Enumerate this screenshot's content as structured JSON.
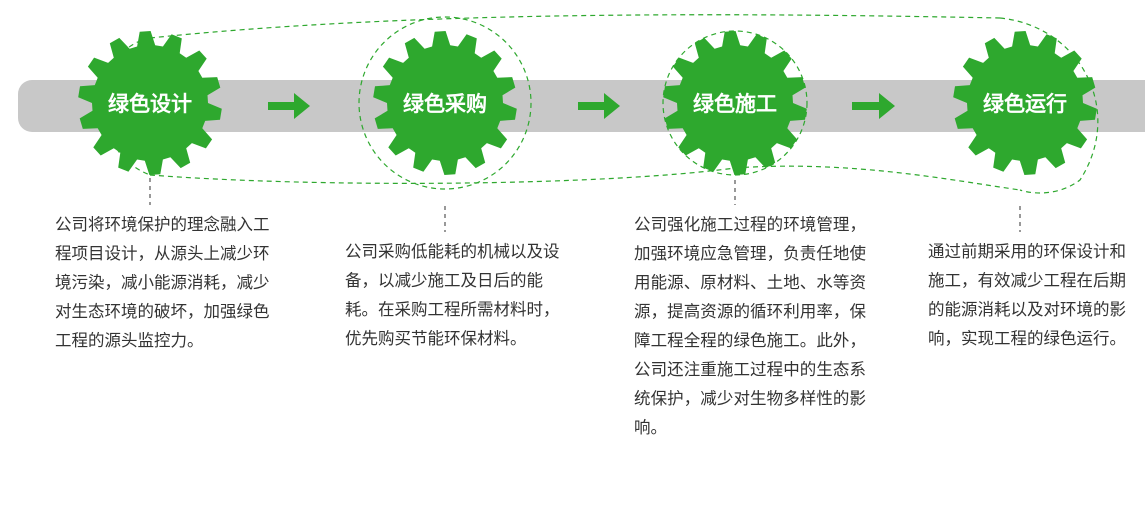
{
  "colors": {
    "gear": "#2ea82e",
    "arrow": "#2ea82e",
    "band": "#c8c8c8",
    "dashed_line": "#2ea82e",
    "text": "#333333"
  },
  "steps": [
    {
      "label": "绿色设计",
      "description": "公司将环境保护的理念融入工程项目设计，从源头上减少环境污染，减小能源消耗，减少对生态环境的破坏，加强绿色工程的源头监控力。"
    },
    {
      "label": "绿色采购",
      "description": "公司采购低能耗的机械以及设备，以减少施工及日后的能耗。在采购工程所需材料时，优先购买节能环保材料。"
    },
    {
      "label": "绿色施工",
      "description": "公司强化施工过程的环境管理，加强环境应急管理，负责任地使用能源、原材料、土地、水等资源，提高资源的循环利用率，保障工程全程的绿色施工。此外，公司还注重施工过程中的生态系统保护，减少对生物多样性的影响。"
    },
    {
      "label": "绿色运行",
      "description": "通过前期采用的环保设计和施工，有效减少工程在后期的能源消耗以及对环境的影响，实现工程的绿色运行。"
    }
  ]
}
